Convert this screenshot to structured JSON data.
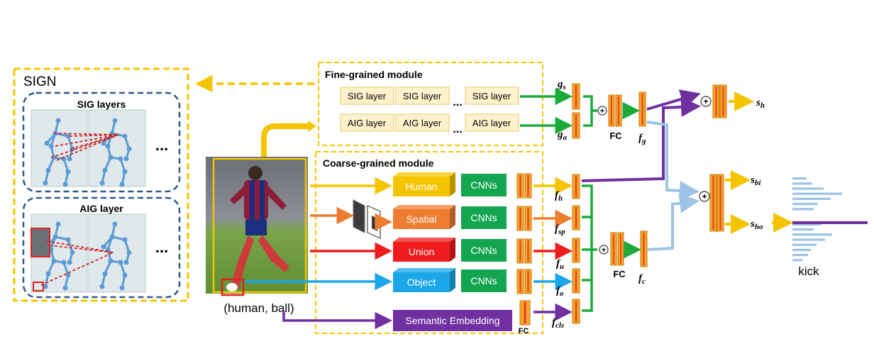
{
  "sign_panel": {
    "title": "SIGN",
    "sig_title": "SIG layers",
    "aig_title": "AIG layer",
    "ellipsis": "..."
  },
  "input": {
    "caption": "(human, ball)"
  },
  "fine_module": {
    "title": "Fine-grained module",
    "sig_boxes": [
      "SIG layer",
      "SIG layer",
      "SIG layer"
    ],
    "aig_boxes": [
      "AIG layer",
      "AIG layer",
      "AIG layer"
    ],
    "ellipsis": "..."
  },
  "coarse_module": {
    "title": "Coarse-grained module",
    "streams": [
      {
        "label": "Human",
        "color": "#f5c400",
        "cnn": "CNNs",
        "feature": "f_h"
      },
      {
        "label": "Spatial",
        "color": "#ed7d31",
        "cnn": "CNNs",
        "feature": "f_sp"
      },
      {
        "label": "Union",
        "color": "#ee1c1c",
        "cnn": "CNNs",
        "feature": "f_u"
      },
      {
        "label": "Object",
        "color": "#1aa6e8",
        "cnn": "CNNs",
        "feature": "f_o"
      }
    ],
    "semantic": {
      "label": "Semantic Embedding",
      "fc": "FC",
      "feature": "f_cls",
      "color": "#7030a0"
    }
  },
  "fusion": {
    "fine_features": [
      "g_s",
      "g_a"
    ],
    "fc_label": "FC",
    "fine_output": "f_g",
    "coarse_output": "f_c",
    "scores": [
      "s_h",
      "s_bi",
      "s_ho"
    ],
    "plus": "⊕"
  },
  "result": {
    "label": "kick"
  },
  "colors": {
    "yellow_dash": "#f5c400",
    "blue_dash": "#2e5a88",
    "green": "#1bab3a",
    "purple": "#7030a0",
    "light_blue": "#9dc3e6",
    "orange_bar": "#f5a623",
    "bar_stripe": "#e8402a",
    "cnn_green": "#14a550",
    "module_fill": "#fff2cc",
    "histogram": "#9dc3e6"
  }
}
